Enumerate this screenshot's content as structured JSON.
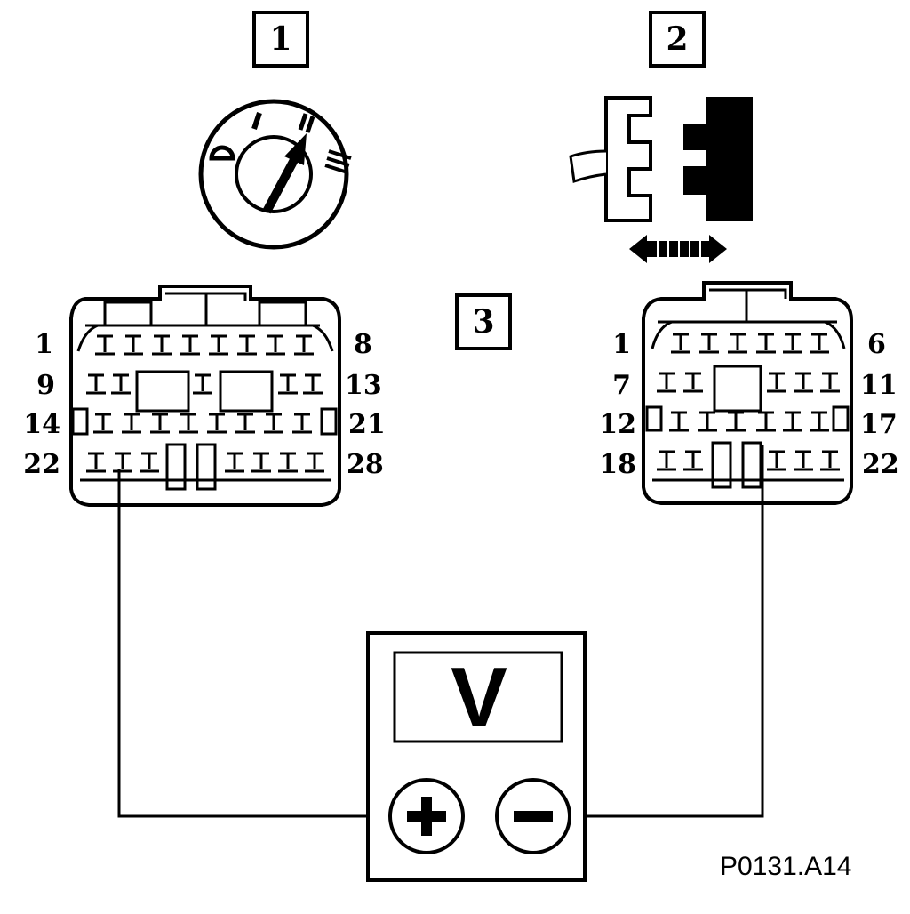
{
  "labels": {
    "ignition_switch": "1",
    "connector_slide": "2",
    "connectors": "3"
  },
  "left_connector": {
    "pin_first_row1": "1",
    "pin_last_row1": "8",
    "pin_first_row2": "9",
    "pin_last_row2": "13",
    "pin_first_row3": "14",
    "pin_last_row3": "21",
    "pin_first_row4": "22",
    "pin_last_row4": "28"
  },
  "right_connector": {
    "pin_first_row1": "1",
    "pin_last_row1": "6",
    "pin_first_row2": "7",
    "pin_last_row2": "11",
    "pin_first_row3": "12",
    "pin_last_row3": "17",
    "pin_first_row4": "18",
    "pin_last_row4": "22"
  },
  "voltmeter": {
    "display": "V",
    "plus_terminal": "+",
    "minus_terminal": "−"
  },
  "figure_code": "P0131.A14",
  "icons": {
    "ignition": "ignition-switch-icon",
    "connector": "connector-slide-icon",
    "arrow": "double-arrow-icon"
  }
}
